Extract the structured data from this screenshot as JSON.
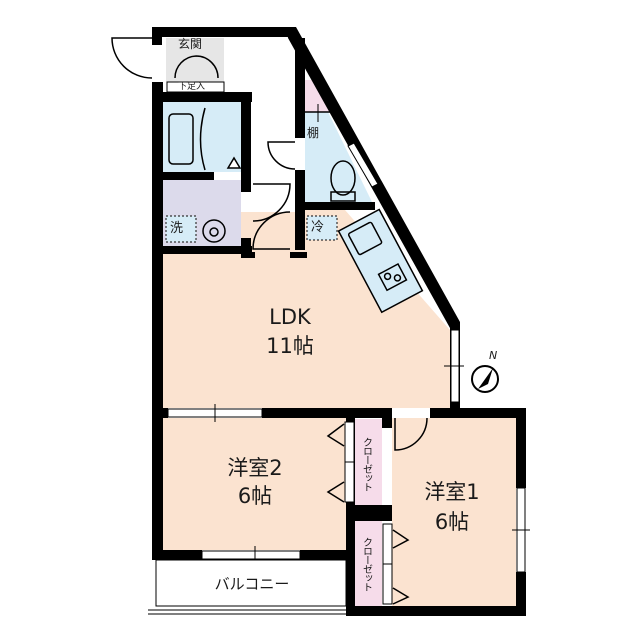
{
  "floorplan": {
    "colors": {
      "wall": "#000000",
      "living": "#fbe3d0",
      "wet": "#d6ecf7",
      "laundry": "#dcdaeb",
      "closet": "#f6dcea",
      "entrance": "#e6e6e6"
    },
    "rooms": {
      "entrance": "玄関",
      "shoe_box": "下足入",
      "shelf": "棚",
      "laundry": "洗",
      "fridge": "冷",
      "ldk_name": "LDK",
      "ldk_size": "11帖",
      "room2_name": "洋室2",
      "room2_size": "6帖",
      "room1_name": "洋室1",
      "room1_size": "6帖",
      "closet_a": "クローゼット",
      "closet_b": "クローゼット",
      "balcony": "バルコニー"
    },
    "compass": {
      "label": "N",
      "icon": "north-arrow-icon"
    }
  }
}
